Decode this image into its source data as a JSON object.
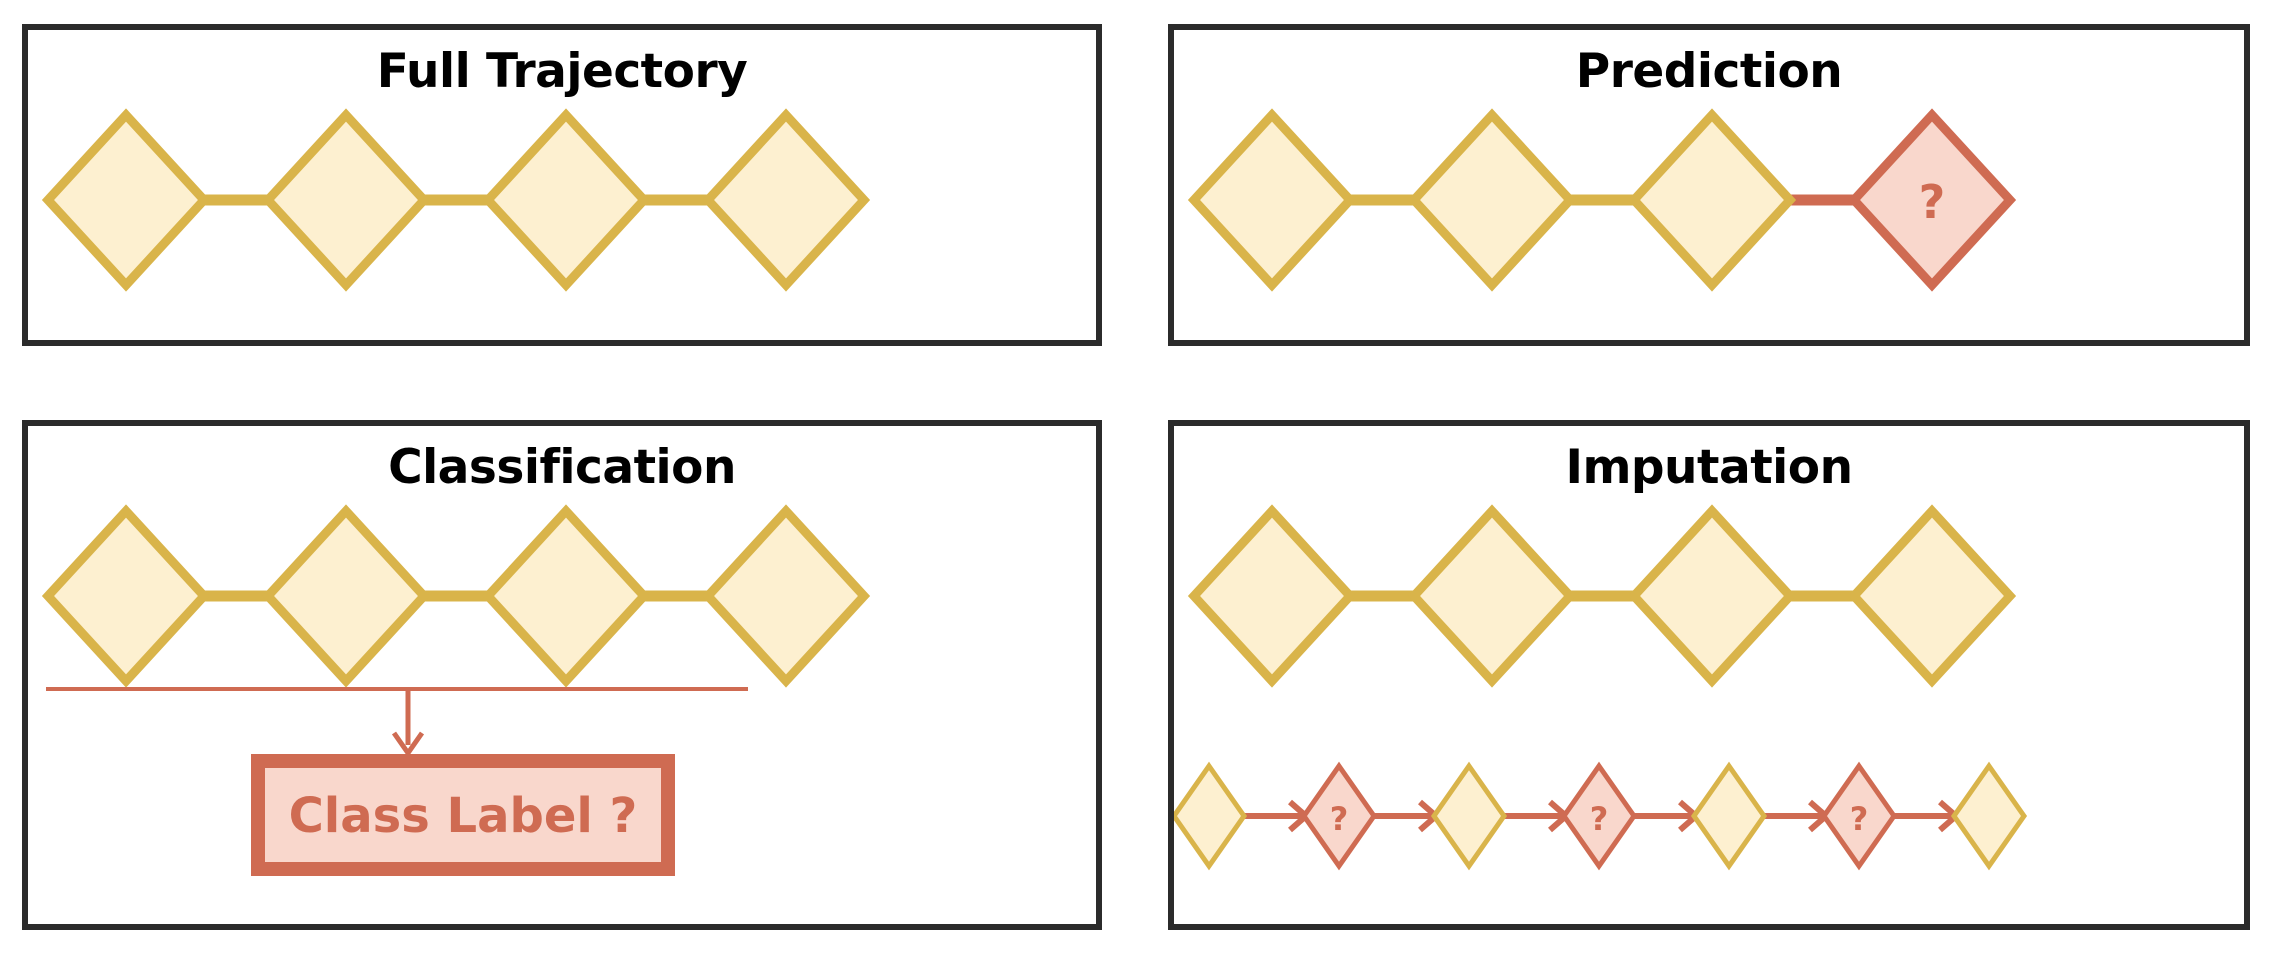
{
  "figure": {
    "background": "#ffffff",
    "panel_border_color": "#2b2b2b",
    "colors": {
      "observed_fill": "#FDF0D0",
      "observed_stroke": "#D9B44A",
      "missing_fill": "#F9D7CC",
      "missing_stroke": "#CF6B52",
      "arrow_observed": "#D9B44A",
      "arrow_missing": "#CF6B52",
      "label_box_fill": "#F9D7CC",
      "label_box_stroke": "#CF6B52",
      "label_text_color": "#CF6B52",
      "title_color": "#000000"
    }
  },
  "panels": [
    {
      "id": "full-trajectory",
      "title": "Full Trajectory",
      "rows": [
        {
          "id": "main-chain",
          "nodes": [
            {
              "label": "",
              "state": "observed"
            },
            {
              "label": "",
              "state": "observed"
            },
            {
              "label": "",
              "state": "observed"
            },
            {
              "label": "",
              "state": "observed"
            }
          ],
          "arrows": [
            "observed",
            "observed",
            "observed"
          ]
        }
      ]
    },
    {
      "id": "prediction",
      "title": "Prediction",
      "rows": [
        {
          "id": "main-chain",
          "nodes": [
            {
              "label": "",
              "state": "observed"
            },
            {
              "label": "",
              "state": "observed"
            },
            {
              "label": "",
              "state": "observed"
            },
            {
              "label": "?",
              "state": "missing"
            }
          ],
          "arrows": [
            "observed",
            "observed",
            "missing"
          ]
        }
      ]
    },
    {
      "id": "classification",
      "title": "Classification",
      "rows": [
        {
          "id": "main-chain",
          "nodes": [
            {
              "label": "",
              "state": "observed"
            },
            {
              "label": "",
              "state": "observed"
            },
            {
              "label": "",
              "state": "observed"
            },
            {
              "label": "",
              "state": "observed"
            }
          ],
          "arrows": [
            "observed",
            "observed",
            "observed"
          ]
        }
      ],
      "output": {
        "label": "Class Label ?",
        "connector": "down-arrow-from-horizontal-rule"
      }
    },
    {
      "id": "imputation",
      "title": "Imputation",
      "rows": [
        {
          "id": "main-chain",
          "nodes": [
            {
              "label": "",
              "state": "observed"
            },
            {
              "label": "",
              "state": "observed"
            },
            {
              "label": "",
              "state": "observed"
            },
            {
              "label": "",
              "state": "observed"
            }
          ],
          "arrows": [
            "observed",
            "observed",
            "observed"
          ]
        },
        {
          "id": "imputed-chain",
          "nodes": [
            {
              "label": "",
              "state": "observed"
            },
            {
              "label": "?",
              "state": "missing"
            },
            {
              "label": "",
              "state": "observed"
            },
            {
              "label": "?",
              "state": "missing"
            },
            {
              "label": "",
              "state": "observed"
            },
            {
              "label": "?",
              "state": "missing"
            },
            {
              "label": "",
              "state": "observed"
            }
          ],
          "arrows": [
            "missing",
            "missing",
            "missing",
            "missing",
            "missing",
            "missing"
          ]
        }
      ]
    }
  ]
}
